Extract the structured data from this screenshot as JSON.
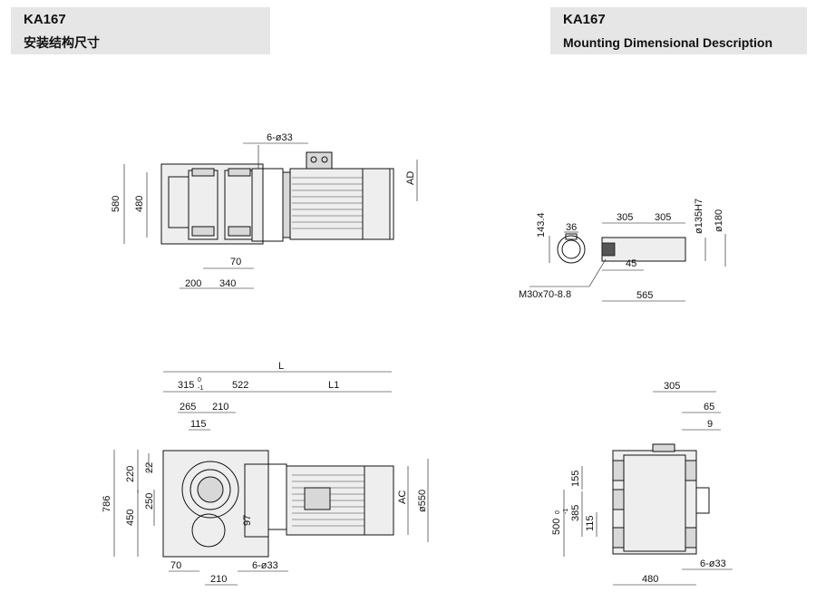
{
  "header_left": {
    "code": "KA167",
    "title": "安装结构尺寸"
  },
  "header_right": {
    "code": "KA167",
    "title": "Mounting Dimensional Description"
  },
  "top_view": {
    "holes": "6-ø33",
    "d580": "580",
    "d480": "480",
    "d70": "70",
    "d200": "200",
    "d340": "340",
    "ad": "AD"
  },
  "shaft_detail": {
    "d143_4": "143.4",
    "d36": "36",
    "d305a": "305",
    "d305b": "305",
    "d135h7": "ø135H7",
    "d180": "ø180",
    "d45": "45",
    "d565": "565",
    "thread": "M30x70-8.8"
  },
  "side_view": {
    "L": "L",
    "L1": "L1",
    "d315": "315",
    "d315_tol": "0",
    "d315_tol_b": "-1",
    "d522": "522",
    "d265": "265",
    "d210": "210",
    "d115": "115",
    "d220": "220",
    "d22": "22",
    "d786": "786",
    "d250": "250",
    "d450": "450",
    "d97": "97",
    "ac": "AC",
    "d550": "ø550",
    "d70": "70",
    "d210b": "210",
    "holes": "6-ø33"
  },
  "end_view": {
    "d305": "305",
    "d65": "65",
    "d9": "9",
    "d155": "155",
    "d500": "500",
    "d500_tol": "0",
    "d500_tol_b": "-1",
    "d385": "385",
    "d115": "115",
    "d480": "480",
    "holes": "6-ø33"
  }
}
